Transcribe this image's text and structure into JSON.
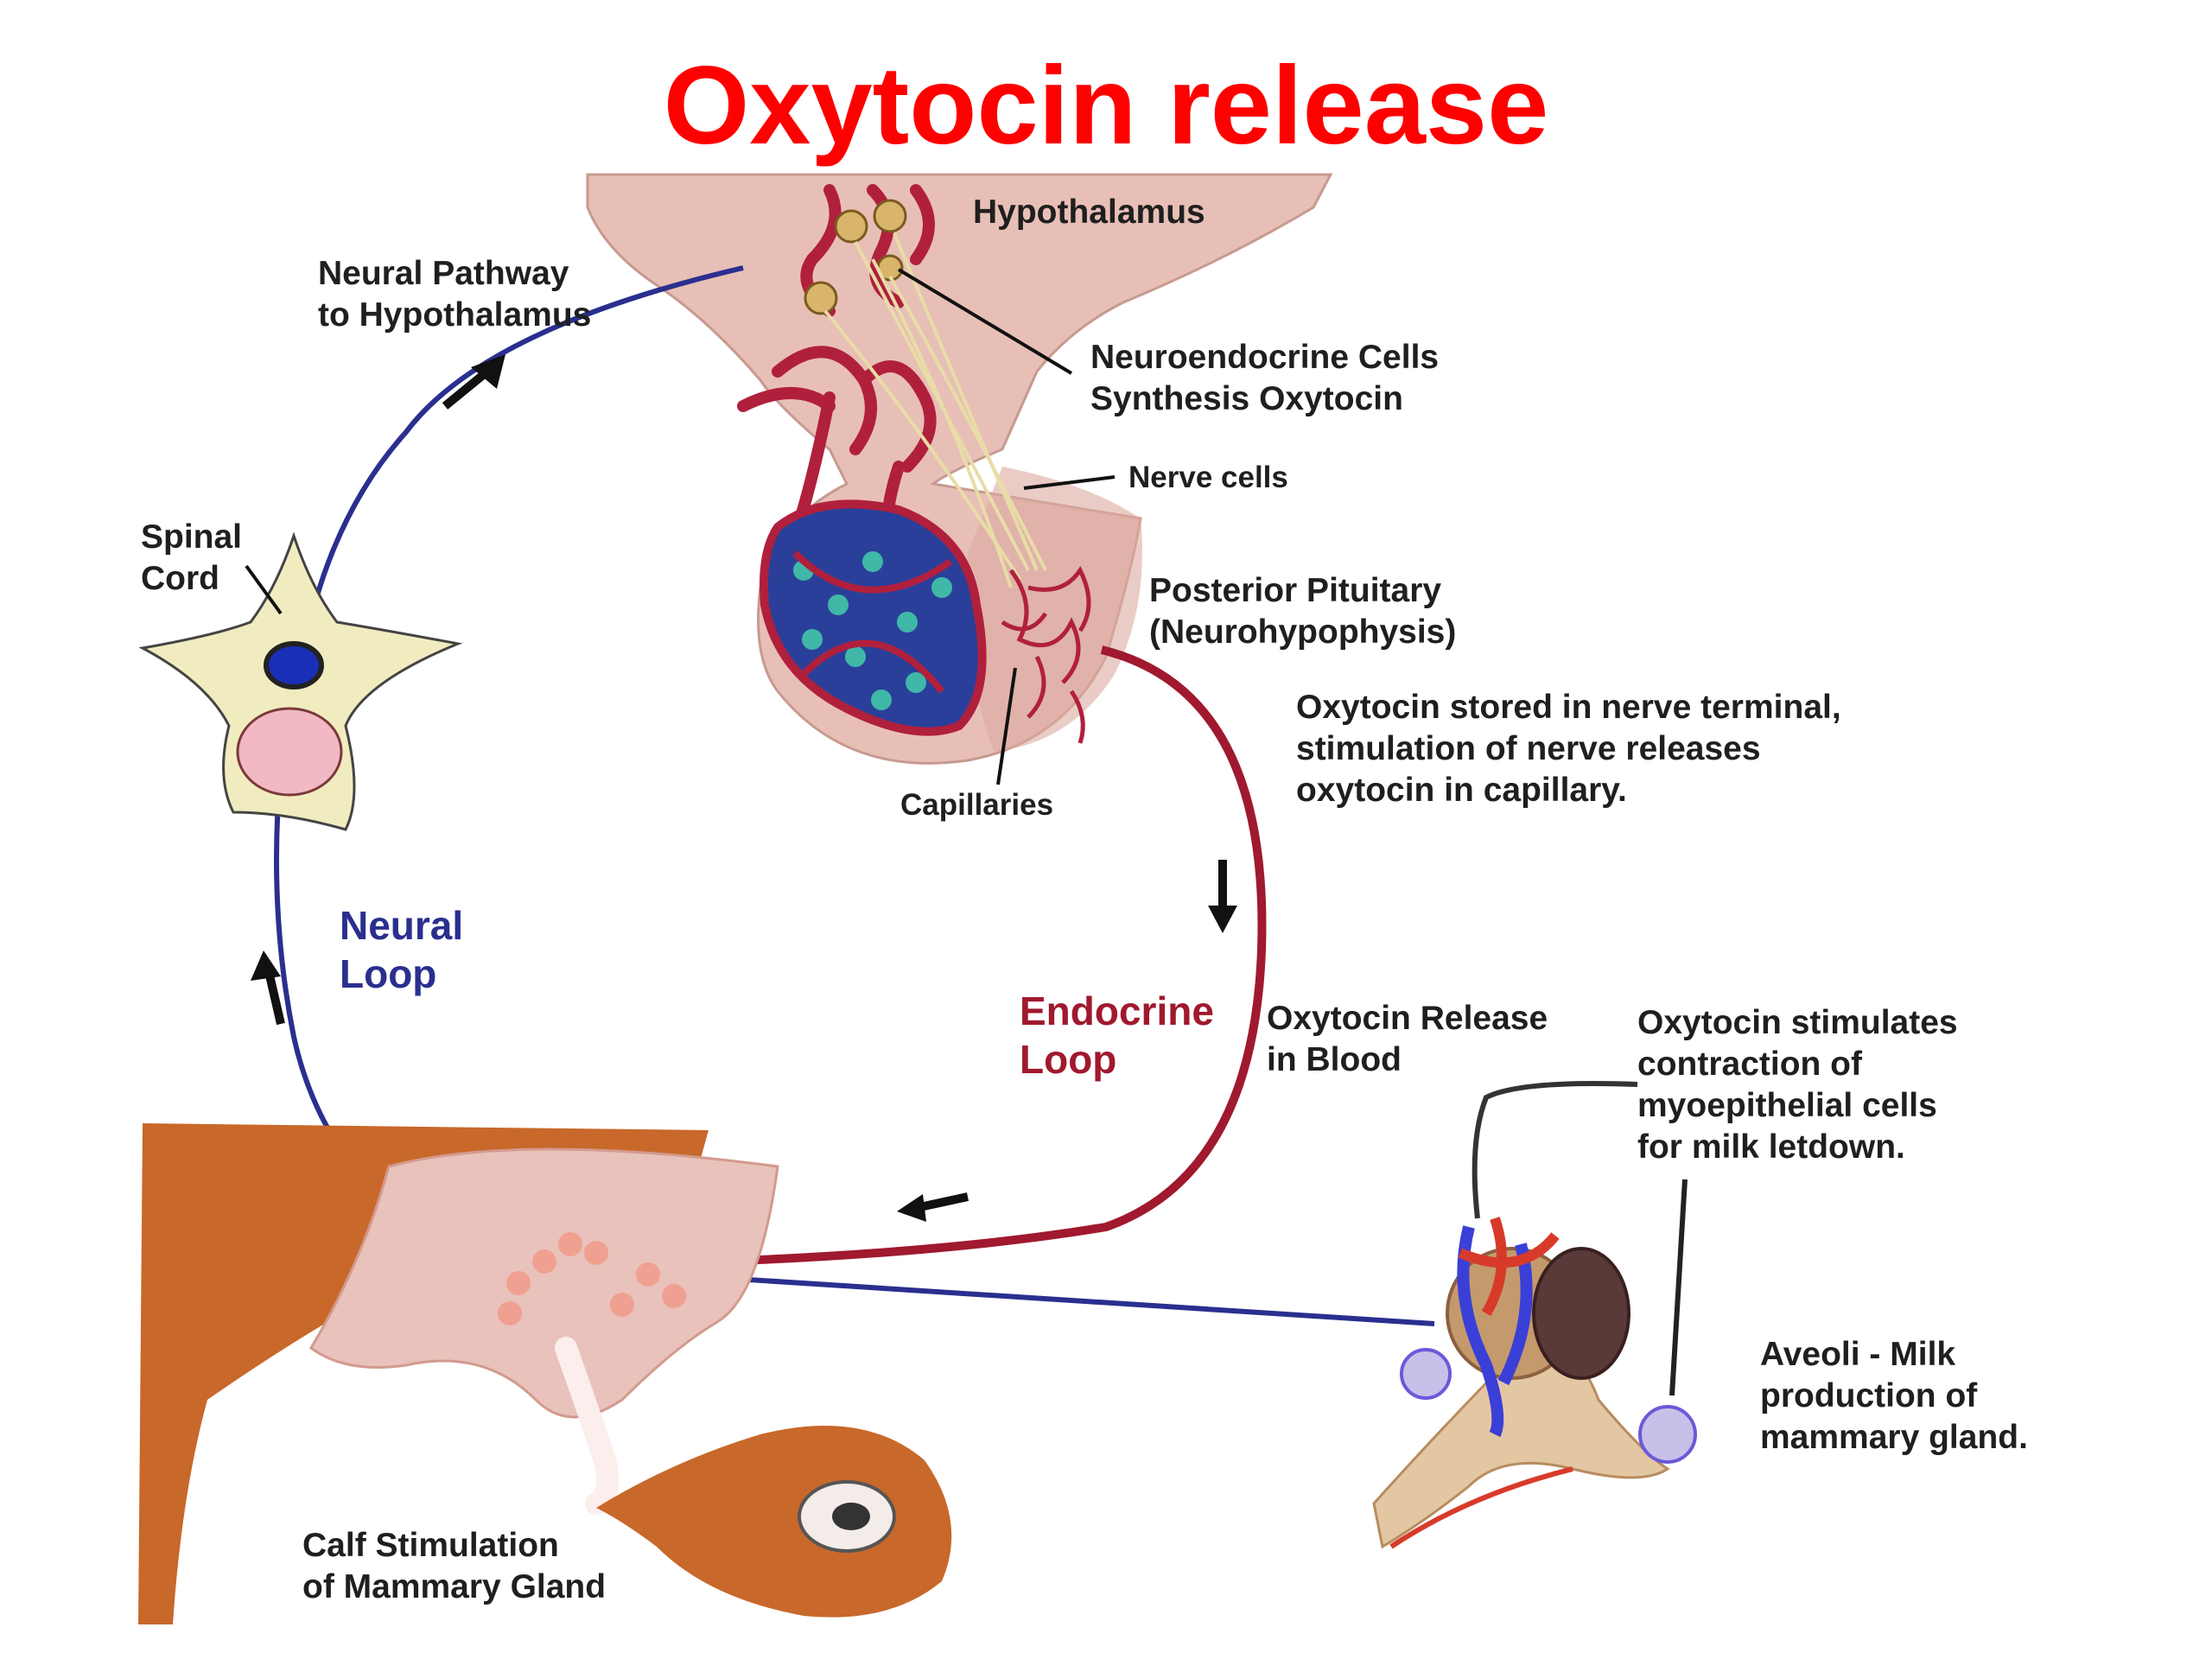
{
  "title": "Oxytocin release",
  "labels": {
    "hypothalamus": "Hypothalamus",
    "neural_pathway": [
      "Neural Pathway",
      "to Hypothalamus"
    ],
    "neuroendocrine": [
      "Neuroendocrine Cells",
      "Synthesis Oxytocin"
    ],
    "nerve_cells": "Nerve cells",
    "posterior_pituitary": [
      "Posterior Pituitary",
      "(Neurohypophysis)"
    ],
    "spinal_cord": [
      "Spinal",
      "Cord"
    ],
    "oxytocin_stored": [
      "Oxytocin stored in nerve terminal,",
      "stimulation of nerve releases",
      "oxytocin in capillary."
    ],
    "capillaries": "Capillaries",
    "neural_loop": [
      "Neural",
      "Loop"
    ],
    "endocrine_loop": [
      "Endocrine",
      "Loop"
    ],
    "oxytocin_release_blood": [
      "Oxytocin Release",
      "in Blood"
    ],
    "oxytocin_stimulates": [
      "Oxytocin stimulates",
      "contraction of",
      "myoepithelial cells",
      "for milk letdown."
    ],
    "aveoli": [
      "Aveoli - Milk",
      "production of",
      "mammary gland."
    ],
    "calf_stimulation": [
      "Calf Stimulation",
      "of Mammary Gland"
    ]
  },
  "colors": {
    "title": "#ff0000",
    "neural_loop": "#2a2f8f",
    "endocrine_loop": "#a0192e",
    "tissue": "#e8bfb6",
    "vessel": "#b0203c",
    "cow": "#c8682a"
  },
  "icons": [
    "arrow-up-right-icon",
    "arrow-up-icon",
    "arrow-down-icon",
    "arrow-left-icon"
  ]
}
